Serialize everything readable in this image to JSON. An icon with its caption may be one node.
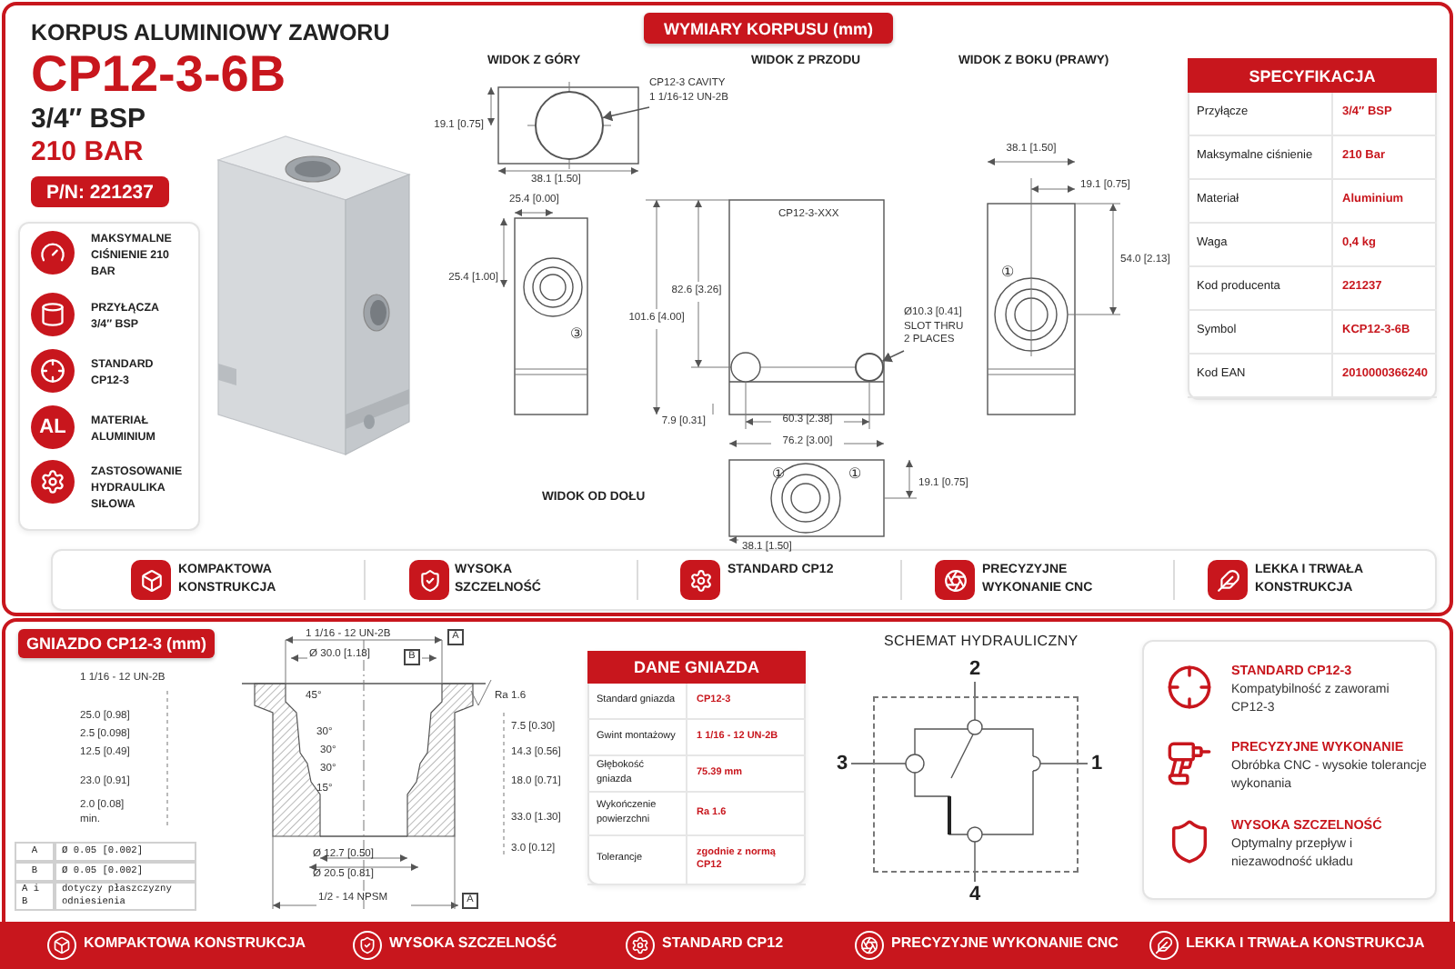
{
  "diagram": {
    "title": "KORPUS ALUMINIOWY ZAWORU",
    "nodes": [
      {
        "text": [
          "CP12-3 CAVITY 1 1/16-12 UN-2B"
        ]
      },
      {
        "text": [
          "Ø10.3 [0.41] SLOT THRU 2 PLACES"
        ]
      },
      {
        "text": [
          "2"
        ]
      },
      {
        "text": [
          "3"
        ]
      },
      {
        "text": [
          "1"
        ]
      },
      {
        "text": [
          "4"
        ]
      },
      {
        "text": [],
        "shape": "box"
      },
      {
        "text": [],
        "shape": "circle"
      },
      {
        "text": [],
        "shape": "circle"
      }
    ],
    "edges": [
      {
        "from": 0,
        "to": 7,
        "arrow": "to"
      },
      {
        "from": 1,
        "to": 8,
        "arrow": "to"
      },
      {
        "from": 2,
        "to": 6,
        "arrow": "none"
      },
      {
        "from": 3,
        "to": 6,
        "arrow": "none"
      },
      {
        "from": 4,
        "to": 6,
        "arrow": "none"
      },
      {
        "from": 5,
        "to": 6,
        "arrow": "none"
      }
    ],
    "labels": [
      "CP12-3-6B",
      "3/4″ BSP",
      "210 BAR",
      "P/N: 221237",
      "MAKSYMALNE CIŚNIENIE 210 BAR",
      "PRZYŁĄCZA 3/4″ BSP",
      "STANDARD CP12-3",
      "AL",
      "MATERIAŁ ALUMINIUM",
      "ZASTOSOWANIE HYDRAULIKA SIŁOWA",
      "WYMIARY KORPUSU (mm)",
      "WIDOK Z GÓRY",
      "WIDOK Z PRZODU",
      "WIDOK Z BOKU (PRAWY)",
      "19.1 [0.75]",
      "38.1 [1.50]",
      "25.4 [0.00]",
      "25.4 [1.00]",
      "③",
      "CP12-3-XXX",
      "82.6 [3.26]",
      "101.6 [4.00]",
      "7.9 [0.31]",
      "60.3 [2.38]",
      "76.2 [3.00]",
      "38.1 [1.50]",
      "19.1 [0.75]",
      "54.0 [2.13]",
      "①",
      "①",
      "①",
      "19.1 [0.75]",
      "WIDOK OD DOŁU",
      "38.1 [1.50]",
      "SPECYFIKACJA",
      "Przyłącze",
      "3/4″ BSP",
      "Maksymalne ciśnienie",
      "210 Bar",
      "Materiał",
      "Aluminium",
      "Waga",
      "0,4 kg",
      "Kod producenta",
      "221237",
      "Symbol",
      "KCP12-3-6B",
      "Kod EAN",
      "2010000366240",
      "KOMPAKTOWA KONSTRUKCJA",
      "WYSOKA SZCZELNOŚĆ",
      "STANDARD CP12",
      "PRECYZYJNE WYKONANIE CNC",
      "LEKKA I TRWAŁA KONSTRUKCJA",
      "GNIAZDO CP12-3 (mm)",
      "1 1/16 - 12 UN-2B",
      "Ø 30.0 [1.18]",
      "B",
      "A",
      "1 1/16 - 12 UN-2B",
      "45°",
      "Ra 1.6",
      "25.0 [0.98]",
      "7.5 [0.30]",
      "2.5 [0.098]",
      "30°",
      "12.5 [0.49]",
      "14.3 [0.56]",
      "30°",
      "30°",
      "23.0 [0.91]",
      "18.0 [0.71]",
      "15°",
      "2.0 [0.08] min.",
      "33.0 [1.30]",
      "3.0 [0.12]",
      "Ø 12.7 [0.50]",
      "Ø 20.5 [0.81]",
      "1/2 - 14 NPSM",
      "A",
      "A",
      "Ø 0.05 [0.002]",
      "B",
      "Ø 0.05 [0.002]",
      "A i B",
      "dotyczy płaszczyzny odniesienia",
      "DANE GNIAZDA",
      "Standard gniazda",
      "CP12-3",
      "Gwint montażowy",
      "1 1/16 - 12 UN-2B",
      "Głębokość gniazda",
      "75.39 mm",
      "Wykończenie powierzchni",
      "Ra 1.6",
      "Tolerancje",
      "zgodnie z normą CP12",
      "SCHEMAT HYDRAULICZNY",
      "STANDARD CP12-3",
      "Kompatybilność z zaworami CP12-3",
      "PRECYZYJNE WYKONANIE",
      "Obróbka CNC - wysokie tolerancje wykonania",
      "WYSOKA SZCZELNOŚĆ",
      "Optymalny przepływ i niezawodność układu",
      "KOMPAKTOWA KONSTRUKCJA",
      "WYSOKA SZCZELNOŚĆ",
      "STANDARD CP12",
      "PRECYZYJNE WYKONANIE CNC",
      "LEKKA I TRWAŁA KONSTRUKCJA"
    ]
  }
}
